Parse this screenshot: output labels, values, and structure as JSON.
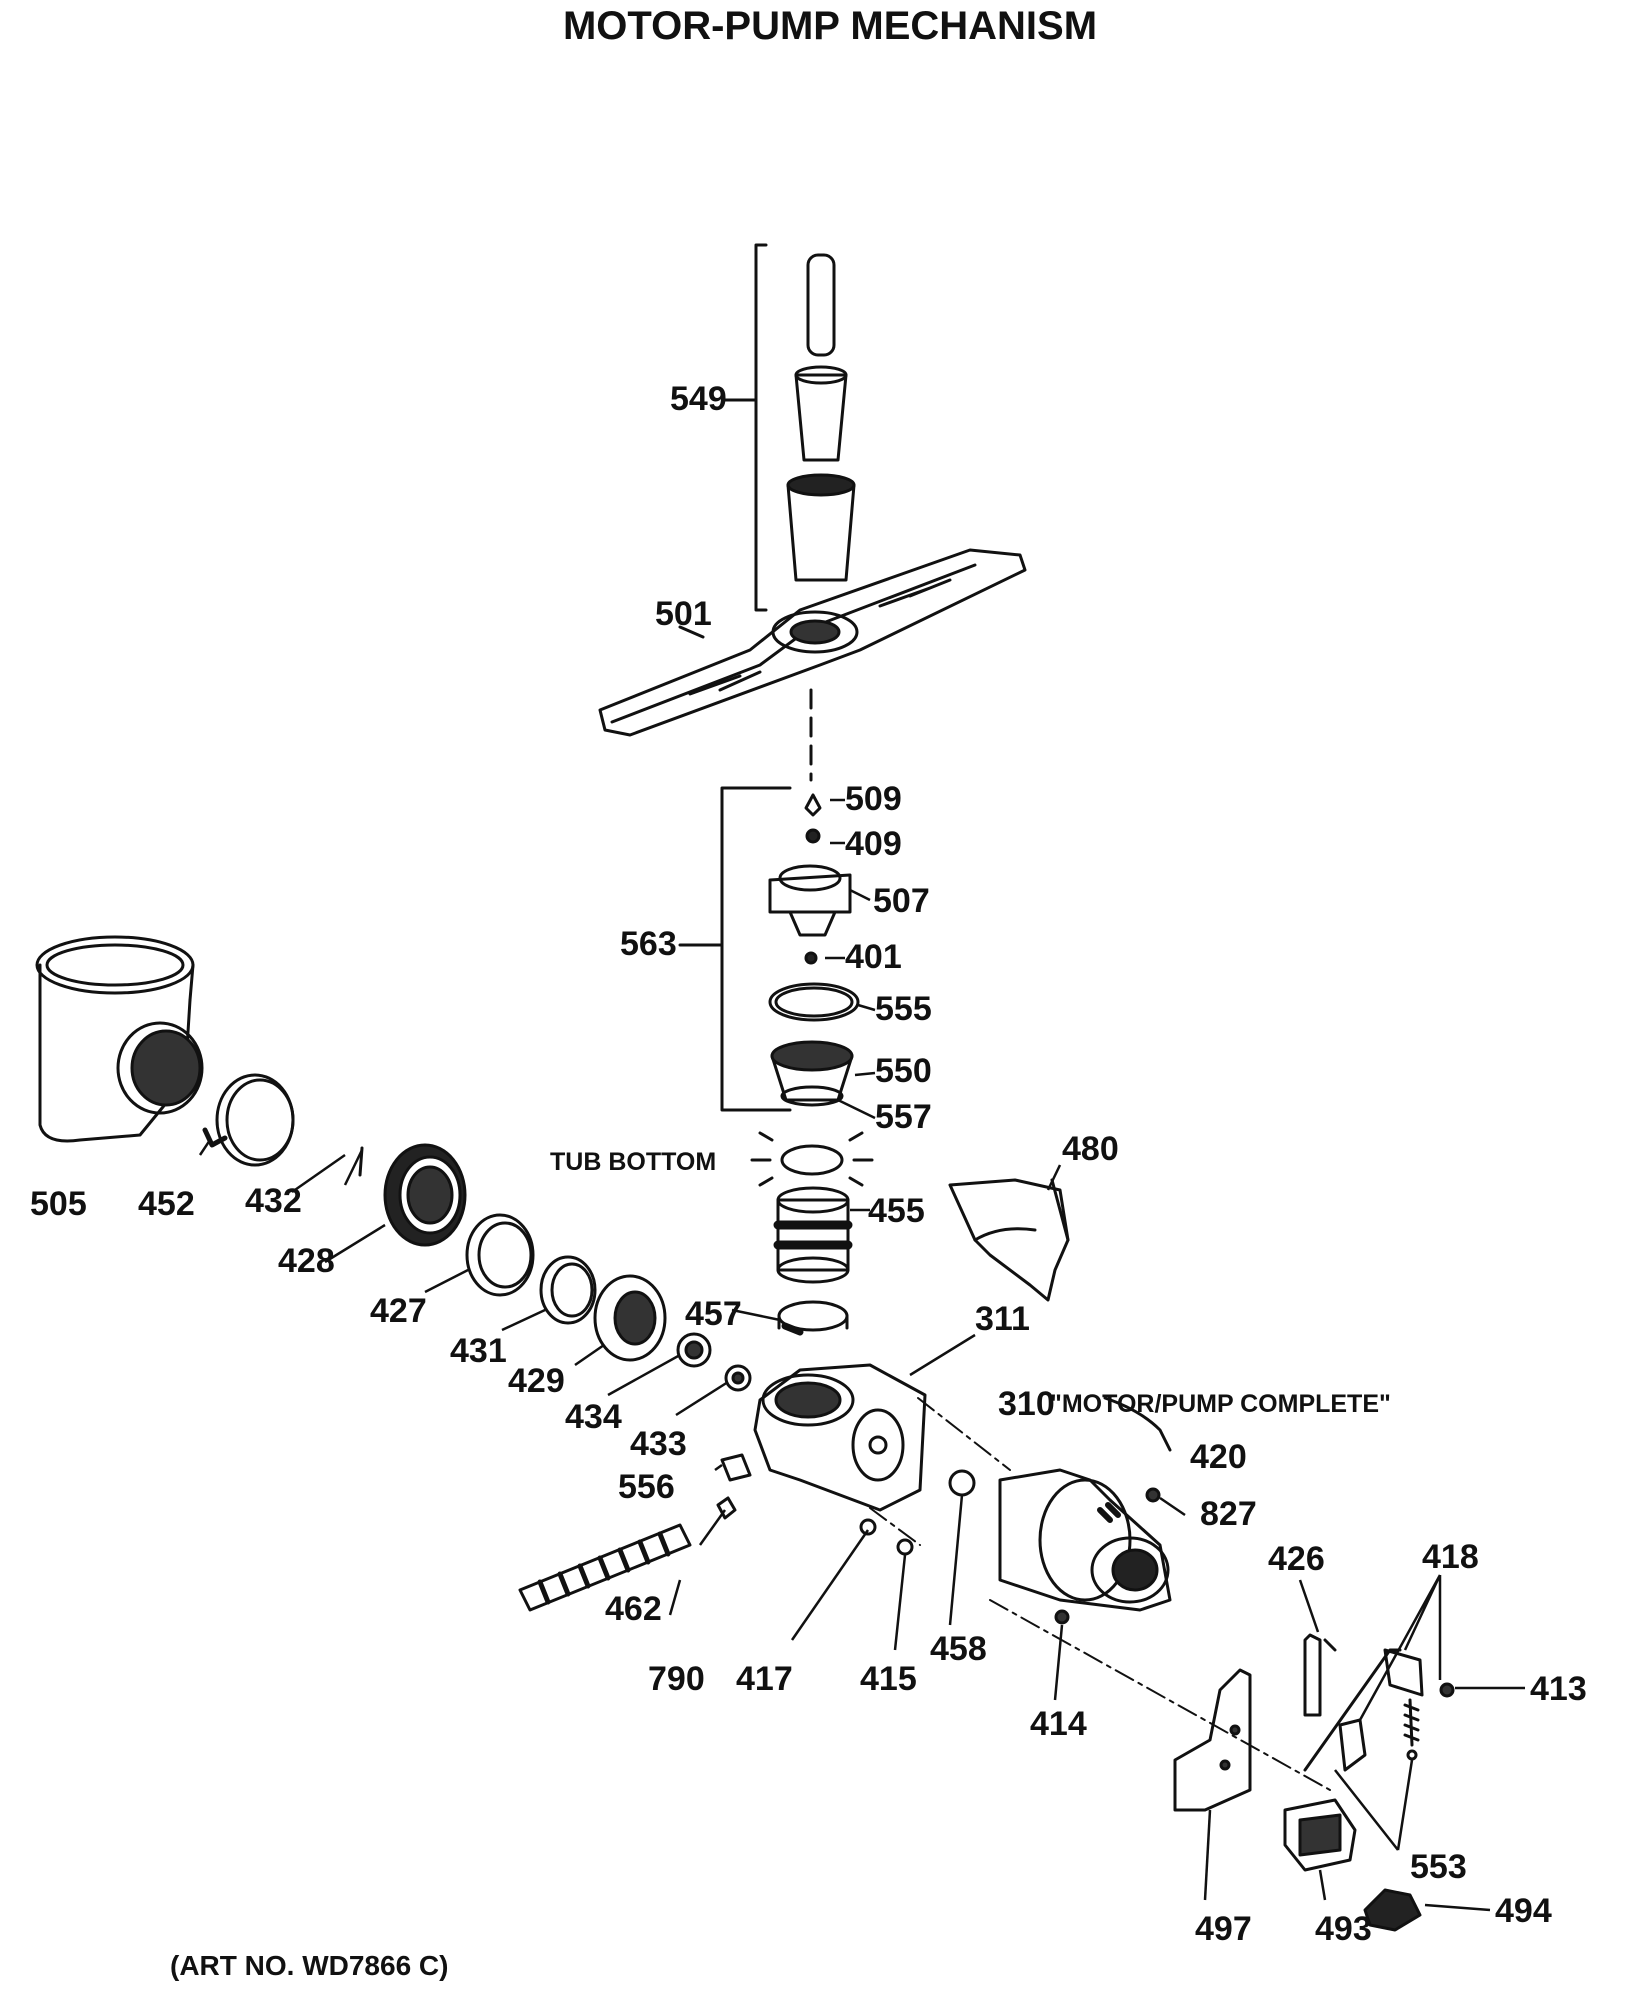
{
  "title": "MOTOR-PUMP MECHANISM",
  "art_number": "(ART NO. WD7866 C)",
  "captions": {
    "tub_bottom": "TUB BOTTOM",
    "motor_pump_complete": "\"MOTOR/PUMP COMPLETE\""
  },
  "parts": {
    "p549": "549",
    "p501": "501",
    "p509": "509",
    "p409": "409",
    "p507": "507",
    "p563": "563",
    "p401": "401",
    "p555": "555",
    "p550": "550",
    "p557": "557",
    "p505": "505",
    "p452": "452",
    "p432": "432",
    "p428": "428",
    "p427": "427",
    "p431": "431",
    "p429": "429",
    "p434": "434",
    "p433": "433",
    "p455": "455",
    "p457": "457",
    "p480": "480",
    "p311": "311",
    "p310": "310",
    "p420": "420",
    "p827": "827",
    "p556": "556",
    "p462": "462",
    "p790": "790",
    "p417": "417",
    "p415": "415",
    "p458": "458",
    "p414": "414",
    "p426": "426",
    "p418": "418",
    "p413": "413",
    "p553": "553",
    "p497": "497",
    "p493": "493",
    "p494": "494"
  }
}
